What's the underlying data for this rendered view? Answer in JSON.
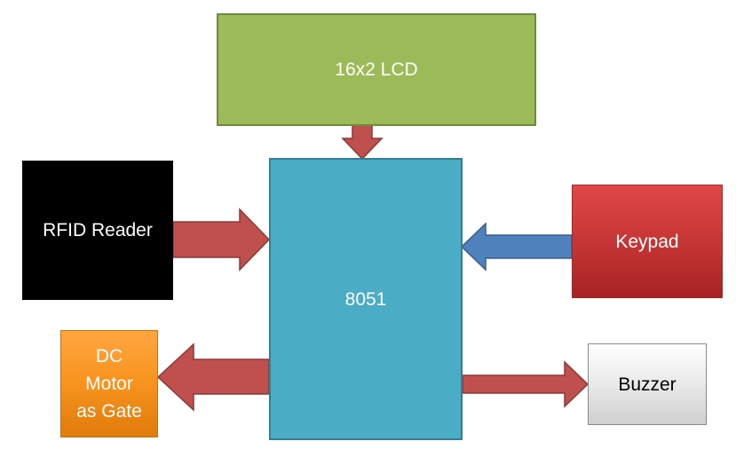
{
  "diagram": {
    "blocks": {
      "lcd": {
        "label": "16x2 LCD"
      },
      "mcu": {
        "label": "8051"
      },
      "rfid": {
        "label": "RFID Reader"
      },
      "keypad": {
        "label": "Keypad"
      },
      "motor": {
        "label_lines": [
          "DC",
          "Motor",
          "as Gate"
        ]
      },
      "buzzer": {
        "label": "Buzzer"
      }
    },
    "connections": [
      {
        "from": "16x2 LCD",
        "to": "8051"
      },
      {
        "from": "RFID Reader",
        "to": "8051"
      },
      {
        "from": "Keypad",
        "to": "8051"
      },
      {
        "from": "8051",
        "to": "DC Motor as Gate"
      },
      {
        "from": "8051",
        "to": "Buzzer"
      }
    ],
    "colors": {
      "lcd": "#9bbb59",
      "mcu": "#4bacc6",
      "rfid": "#000000",
      "keypad": "#c0392b",
      "motor": "#f7931e",
      "buzzer": "#e0e0e0",
      "arrow_red": "#c0504d",
      "arrow_blue": "#4f81bd"
    }
  }
}
